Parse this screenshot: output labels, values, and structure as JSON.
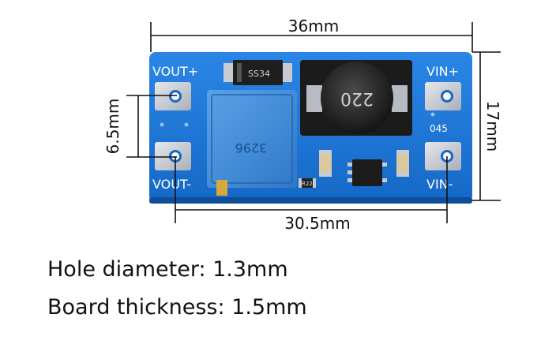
{
  "dimensions": {
    "width_top": "36mm",
    "hole_spacing_vertical": "6.5mm",
    "height_right": "17mm",
    "hole_spacing_horizontal": "30.5mm"
  },
  "pads": {
    "vout_plus": "VOUT+",
    "vout_minus": "VOUT-",
    "vin_plus": "VIN+",
    "vin_minus": "VIN-"
  },
  "components": {
    "diode": "SS34",
    "inductor": "220",
    "potentiometer": "3296",
    "board_code": "045",
    "resistor": "R22"
  },
  "notes": {
    "hole_diameter": "Hole diameter: 1.3mm",
    "board_thickness": "Board thickness: 1.5mm"
  },
  "colors": {
    "board": "#1e78d8",
    "board_dark": "#1560b8",
    "pad": "#c8ccd2",
    "pot": "#3a86d4",
    "inductor": "#2a2a2a",
    "dimension_line": "#111111"
  }
}
